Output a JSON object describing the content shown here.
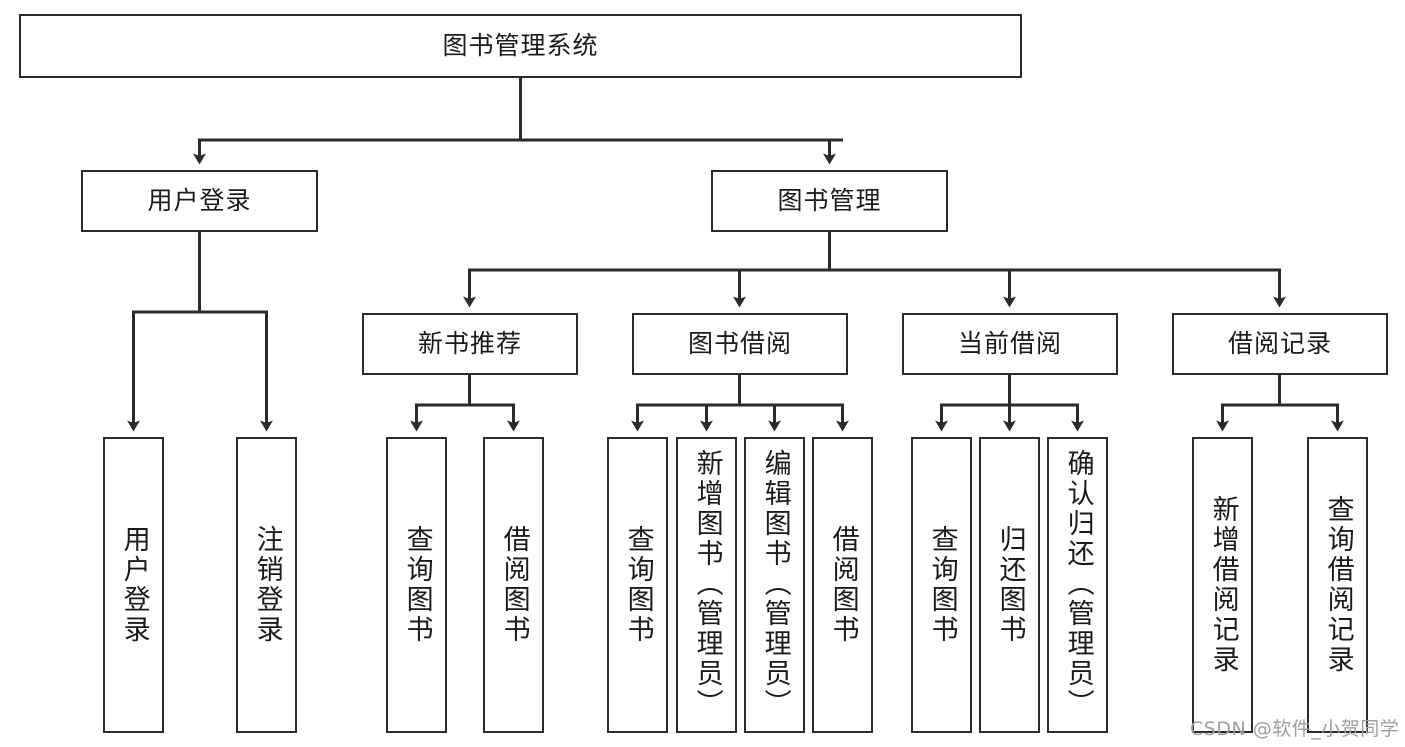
{
  "diagram": {
    "type": "tree",
    "title": "图书管理系统",
    "orientation": "top-down",
    "colors": {
      "box_border": "#2b2b2b",
      "box_fill": "#ffffff",
      "edge": "#2b2b2b",
      "text": "#1b1b1b",
      "background": "#ffffff",
      "watermark": "#9d9d9d"
    },
    "root": {
      "id": "root",
      "label": "图书管理系统",
      "text_orientation": "horizontal"
    },
    "level2": [
      {
        "id": "user-login",
        "label": "用户登录",
        "text_orientation": "horizontal"
      },
      {
        "id": "book-manage",
        "label": "图书管理",
        "text_orientation": "horizontal"
      }
    ],
    "level3": [
      {
        "id": "new-book-recommend",
        "label": "新书推荐",
        "parent": "book-manage",
        "text_orientation": "horizontal"
      },
      {
        "id": "book-borrow",
        "label": "图书借阅",
        "parent": "book-manage",
        "text_orientation": "horizontal"
      },
      {
        "id": "current-borrow",
        "label": "当前借阅",
        "parent": "book-manage",
        "text_orientation": "horizontal"
      },
      {
        "id": "borrow-record",
        "label": "借阅记录",
        "parent": "book-manage",
        "text_orientation": "horizontal"
      }
    ],
    "leaves": [
      {
        "id": "leaf-user-login",
        "label": "用户登录",
        "parent": "user-login",
        "text_orientation": "vertical"
      },
      {
        "id": "leaf-logout-login",
        "label": "注销登录",
        "parent": "user-login",
        "text_orientation": "vertical"
      },
      {
        "id": "leaf-query-book-1",
        "label": "查询图书",
        "parent": "new-book-recommend",
        "text_orientation": "vertical"
      },
      {
        "id": "leaf-borrow-book-1",
        "label": "借阅图书",
        "parent": "new-book-recommend",
        "text_orientation": "vertical"
      },
      {
        "id": "leaf-query-book-2",
        "label": "查询图书",
        "parent": "book-borrow",
        "text_orientation": "vertical"
      },
      {
        "id": "leaf-add-book",
        "label": "新增图书（管理员）",
        "parent": "book-borrow",
        "text_orientation": "vertical"
      },
      {
        "id": "leaf-edit-book",
        "label": "编辑图书（管理员）",
        "parent": "book-borrow",
        "text_orientation": "vertical"
      },
      {
        "id": "leaf-borrow-book-2",
        "label": "借阅图书",
        "parent": "book-borrow",
        "text_orientation": "vertical"
      },
      {
        "id": "leaf-query-book-3",
        "label": "查询图书",
        "parent": "current-borrow",
        "text_orientation": "vertical"
      },
      {
        "id": "leaf-return-book",
        "label": "归还图书",
        "parent": "current-borrow",
        "text_orientation": "vertical"
      },
      {
        "id": "leaf-confirm-return",
        "label": "确认归还（管理员）",
        "parent": "current-borrow",
        "text_orientation": "vertical"
      },
      {
        "id": "leaf-add-record",
        "label": "新增借阅记录",
        "parent": "borrow-record",
        "text_orientation": "vertical"
      },
      {
        "id": "leaf-query-record",
        "label": "查询借阅记录",
        "parent": "borrow-record",
        "text_orientation": "vertical"
      }
    ],
    "watermark": "CSDN @软件_小贺同学"
  }
}
